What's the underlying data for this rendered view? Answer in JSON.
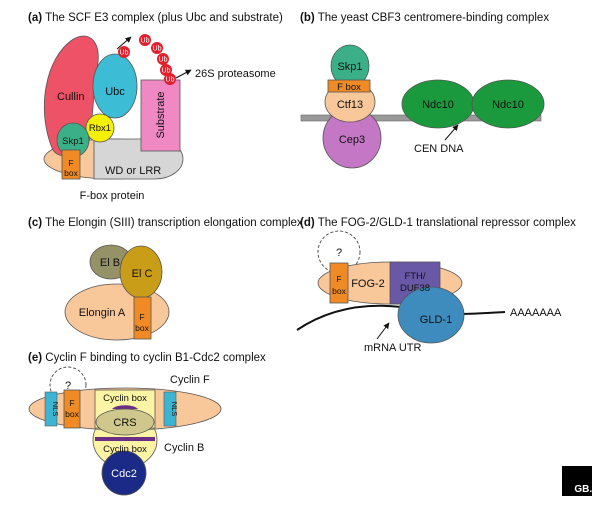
{
  "colors": {
    "cullin": "#ee5267",
    "ubc": "#3dbcd6",
    "rbx": "#f3f000",
    "skp1": "#3bb088",
    "fbox": "#f08a25",
    "peach": "#f8c79a",
    "wd": "#d6d6d6",
    "substrate": "#f088c4",
    "ub": "#e0202c",
    "ndc10": "#1b9a3d",
    "cep3": "#c477c4",
    "elongin_b": "#959268",
    "elongin_c": "#c99d18",
    "fth": "#6858a6",
    "gld1": "#3d8cbd",
    "nls": "#3cb4d2",
    "cyclin_box": "#fbf4a4",
    "crs": "#cfc78c",
    "crs_band": "#6b2d86",
    "cdc2": "#1a2a86",
    "dna": "#999999",
    "logo": "#000000"
  },
  "panel_a": {
    "caption_letter": "(a)",
    "caption_text": "The SCF E3 complex (plus Ubc and substrate)",
    "cullin": "Cullin",
    "ubc": "Ubc",
    "rbx1": "Rbx1",
    "skp1": "Skp1",
    "fbox_line1": "F",
    "fbox_line2": "box",
    "wd": "WD or LRR",
    "substrate": "Substrate",
    "proteasome": "26S proteasome",
    "ub_tags": [
      "Ub",
      "Ub",
      "Ub",
      "Ub",
      "Ub",
      "Ub"
    ],
    "fbox_protein": "F-box protein"
  },
  "panel_b": {
    "caption_letter": "(b)",
    "caption_text": "The yeast CBF3 centromere-binding complex",
    "skp1": "Skp1",
    "fbox": "F box",
    "ctf13": "Ctf13",
    "ndc10_a": "Ndc10",
    "ndc10_b": "Ndc10",
    "cep3": "Cep3",
    "cen_dna": "CEN DNA"
  },
  "panel_c": {
    "caption_letter": "(c)",
    "caption_text": "The Elongin (SIII) transcription elongation complex",
    "el_b": "El B",
    "el_c": "El C",
    "elongin_a": "Elongin A",
    "fbox_line1": "F",
    "fbox_line2": "box"
  },
  "panel_d": {
    "caption_letter": "(d)",
    "caption_text": "The FOG-2/GLD-1 translational repressor complex",
    "unknown": "?",
    "fbox_line1": "F",
    "fbox_line2": "box",
    "fog2": "FOG-2",
    "fth_line1": "FTH/",
    "fth_line2": "DUF38",
    "gld1": "GLD-1",
    "polya": "AAAAAAA",
    "mrna_utr": "mRNA UTR"
  },
  "panel_e": {
    "caption_letter": "(e)",
    "caption_text": "Cyclin F binding to cyclin B1-Cdc2 complex",
    "unknown": "?",
    "nls": "NLS",
    "fbox_line1": "F",
    "fbox_line2": "box",
    "cyclin_box_top": "Cyclin box",
    "cyclin_box_bottom": "Cyclin box",
    "crs": "CRS",
    "cyclin_f": "Cyclin F",
    "cyclin_b": "Cyclin B",
    "cdc2": "Cdc2"
  },
  "logo": "GB.c"
}
